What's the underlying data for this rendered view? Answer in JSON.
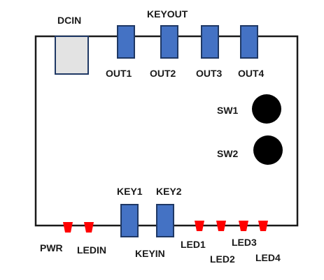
{
  "colors": {
    "board_outline": "#1a1a1a",
    "connector_fill": "#4472c4",
    "connector_stroke": "#1f3864",
    "dcin_fill": "#e3e3e3",
    "dcin_stroke": "#1f3864",
    "switch_fill": "#000000",
    "led_fill": "#ff0000",
    "label_text": "#1a1a1a"
  },
  "groups": {
    "keyout": "KEYOUT",
    "keyin": "KEYIN"
  },
  "components": {
    "dcin": "DCIN",
    "out1": "OUT1",
    "out2": "OUT2",
    "out3": "OUT3",
    "out4": "OUT4",
    "sw1": "SW1",
    "sw2": "SW2",
    "key1": "KEY1",
    "key2": "KEY2",
    "pwr": "PWR",
    "ledin": "LEDIN",
    "led1": "LED1",
    "led2": "LED2",
    "led3": "LED3",
    "led4": "LED4"
  }
}
